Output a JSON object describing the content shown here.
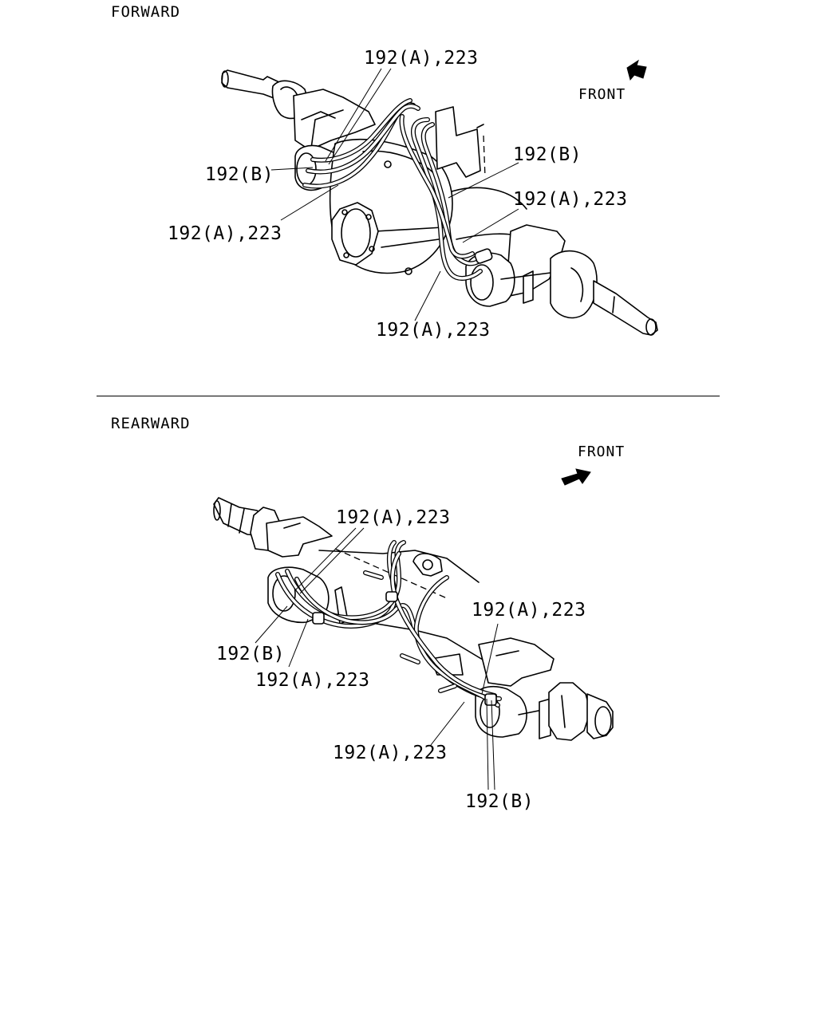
{
  "sections": {
    "forward": {
      "title": "FORWARD",
      "front_label": "FRONT",
      "callouts": [
        "192(A),223",
        "192(B)",
        "192(B)",
        "192(A),223",
        "192(A),223",
        "192(A),223"
      ]
    },
    "rearward": {
      "title": "REARWARD",
      "front_label": "FRONT",
      "callouts": [
        "192(A),223",
        "192(A),223",
        "192(B)",
        "192(A),223",
        "192(A),223",
        "192(B)"
      ]
    }
  }
}
